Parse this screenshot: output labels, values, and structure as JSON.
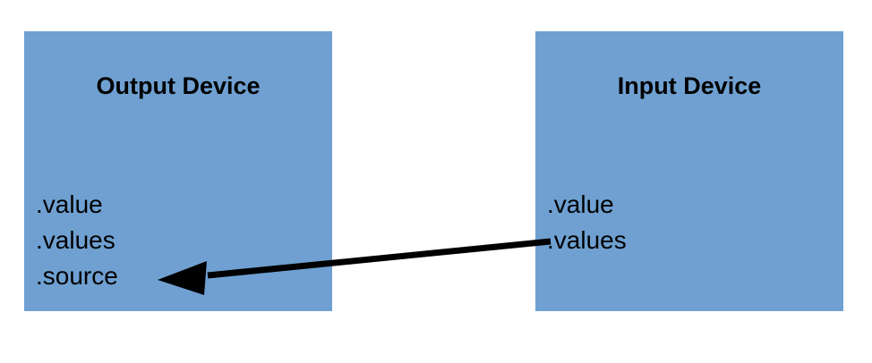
{
  "diagram": {
    "background_color": "#ffffff",
    "box_color": "#6fa0d1",
    "accent_color": "#000000",
    "boxes": [
      {
        "id": "output-device",
        "title": "Output Device",
        "properties": [
          ".value",
          ".values",
          ".source"
        ]
      },
      {
        "id": "input-device",
        "title": "Input Device",
        "properties": [
          ".value",
          ".values"
        ]
      }
    ],
    "connector": {
      "label": "",
      "from": "input-device.values",
      "to": "output-device.source",
      "direction": "right-to-left",
      "style": "solid-arrow"
    }
  }
}
